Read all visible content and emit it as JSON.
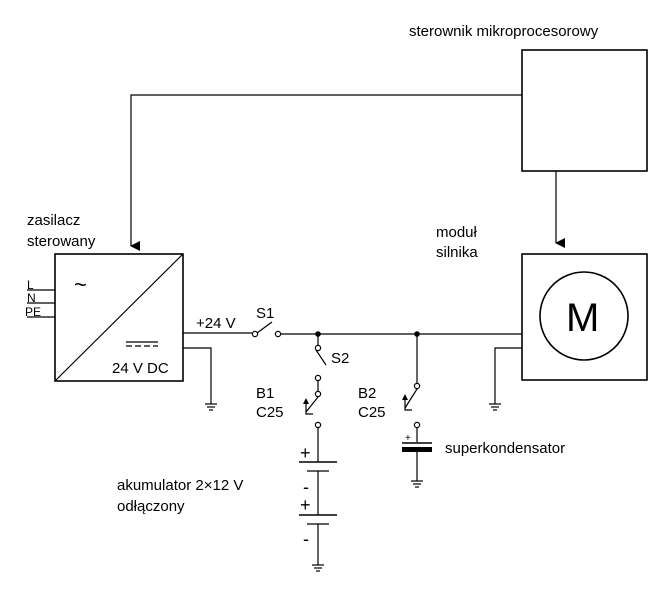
{
  "labels": {
    "controller": "sterownik mikroprocesorowy",
    "psu_line1": "zasilacz",
    "psu_line2": "sterowany",
    "psu_L": "L",
    "psu_N": "N",
    "psu_PE": "PE",
    "psu_ac": "~",
    "psu_dc": "24 V DC",
    "bus_voltage": "+24 V",
    "s1": "S1",
    "s2": "S2",
    "b1_line1": "B1",
    "b1_line2": "C25",
    "b2_line1": "B2",
    "b2_line2": "C25",
    "motor_module_line1": "moduł",
    "motor_module_line2": "silnika",
    "motor": "M",
    "battery_line1": "akumulator 2×12 V",
    "battery_line2": "odłączony",
    "supercap": "superkondensator",
    "plus1": "+",
    "minus1": "-",
    "plus2": "+",
    "minus2": "-",
    "plus_cap": "+"
  }
}
